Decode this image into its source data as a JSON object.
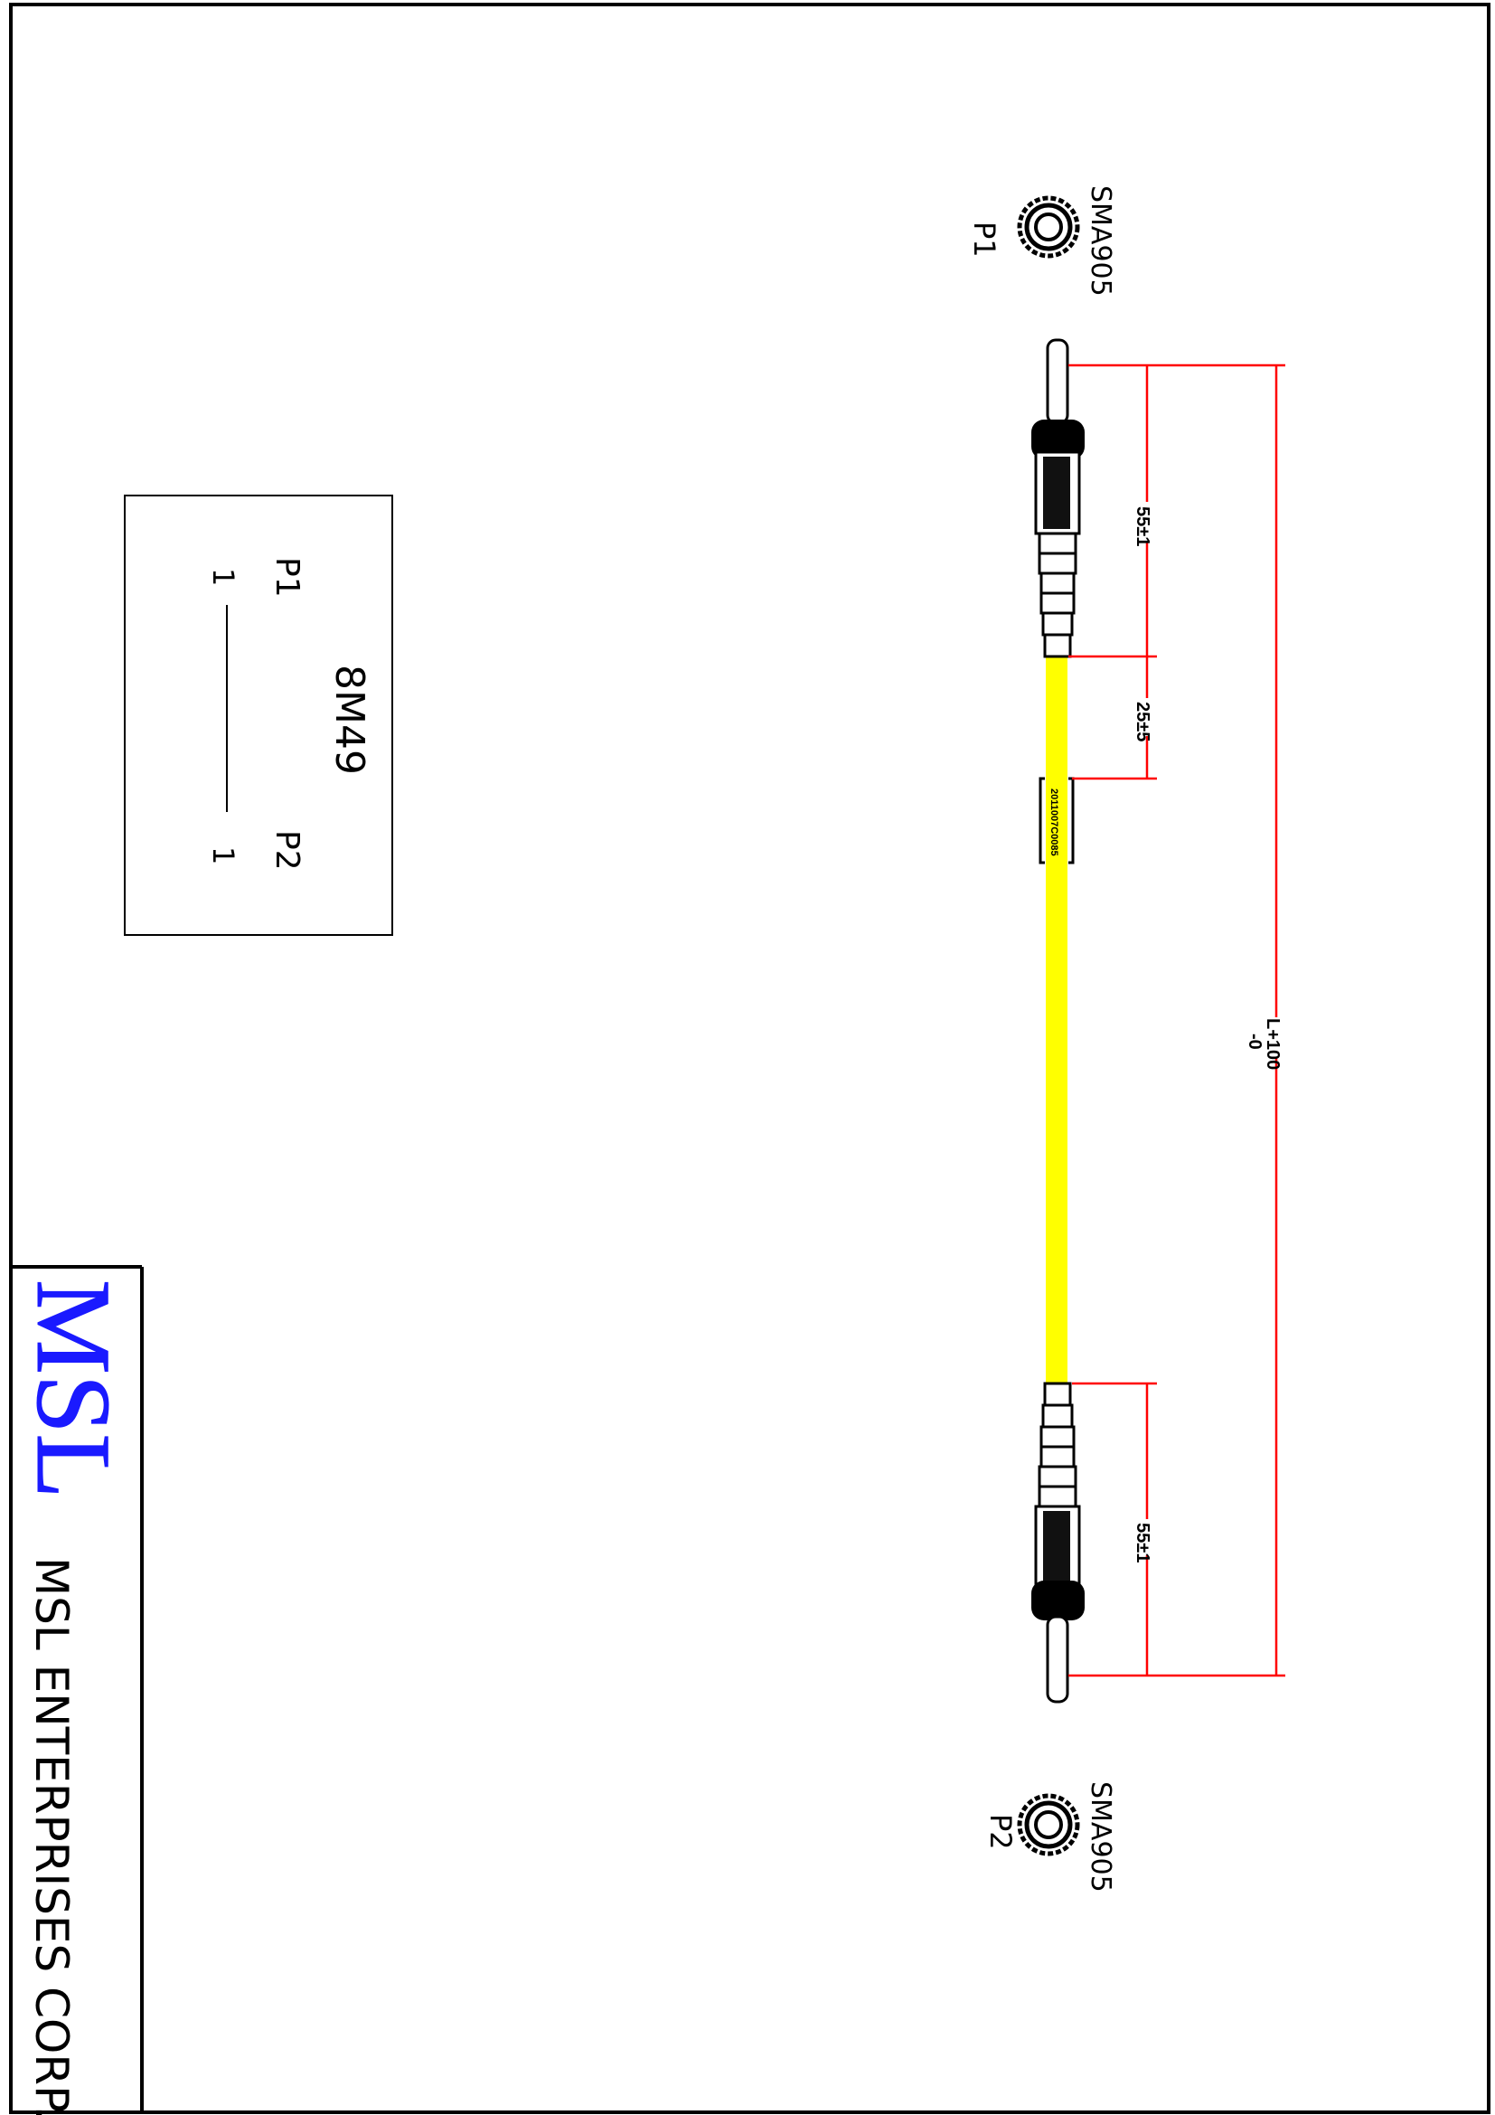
{
  "logo": {
    "text": "MSL",
    "color": "#1a1aff"
  },
  "company": "MSL ENTERPRISES CORP.",
  "schematic": {
    "part_number": "8M49",
    "left_port": "P1",
    "left_pin": "1",
    "right_port": "P2",
    "right_pin": "1"
  },
  "connectors": [
    {
      "type": "SMA905",
      "port": "P1"
    },
    {
      "type": "SMA905",
      "port": "P2"
    }
  ],
  "cable": {
    "color": "#ffff00",
    "label": "2011007C0085"
  },
  "dimensions": {
    "connector_top": "55±1",
    "label_offset": "25±5",
    "overall_length": "L+100",
    "overall_tolerance": "-0",
    "connector_bottom": "55±1"
  },
  "dimension_color": "#ff0000"
}
